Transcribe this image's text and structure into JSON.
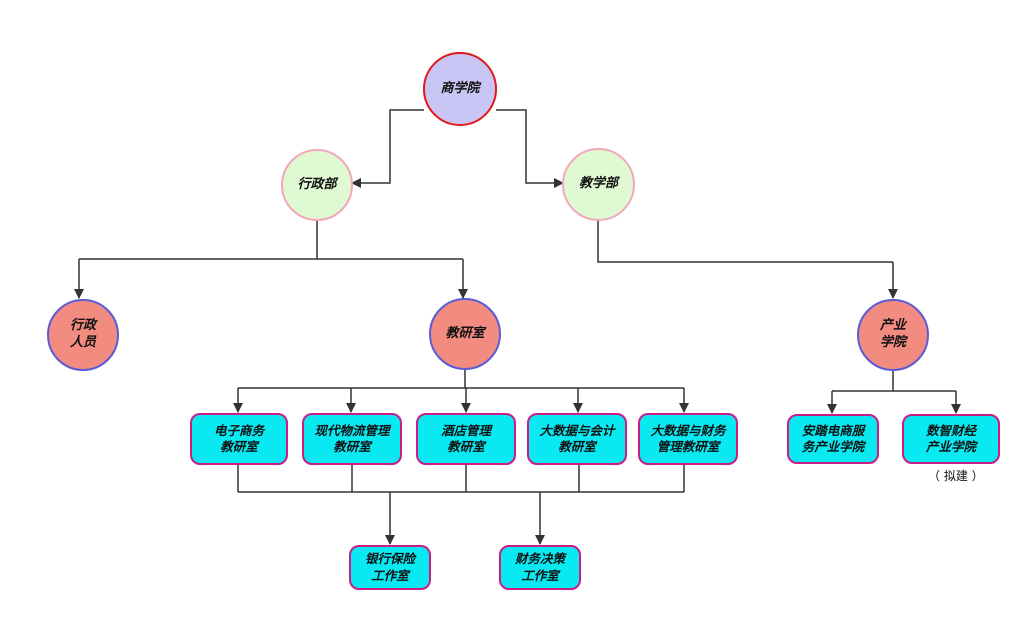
{
  "root": "商学院",
  "departments": {
    "admin": "行政部",
    "teaching": "教学部"
  },
  "level2": {
    "staff": "行政\n人员",
    "research": "教研室",
    "industry": "产业\n学院"
  },
  "offices": [
    "电子商务\n教研室",
    "现代物流管理\n教研室",
    "酒店管理\n教研室",
    "大数据与会计\n教研室",
    "大数据与财务\n管理教研室"
  ],
  "colleges": [
    "安踏电商服\n务产业学院",
    "数智财经\n产业学院"
  ],
  "college_note": "（ 拟建 ）",
  "studios": [
    "银行保险\n工作室",
    "财务决策\n工作室"
  ]
}
